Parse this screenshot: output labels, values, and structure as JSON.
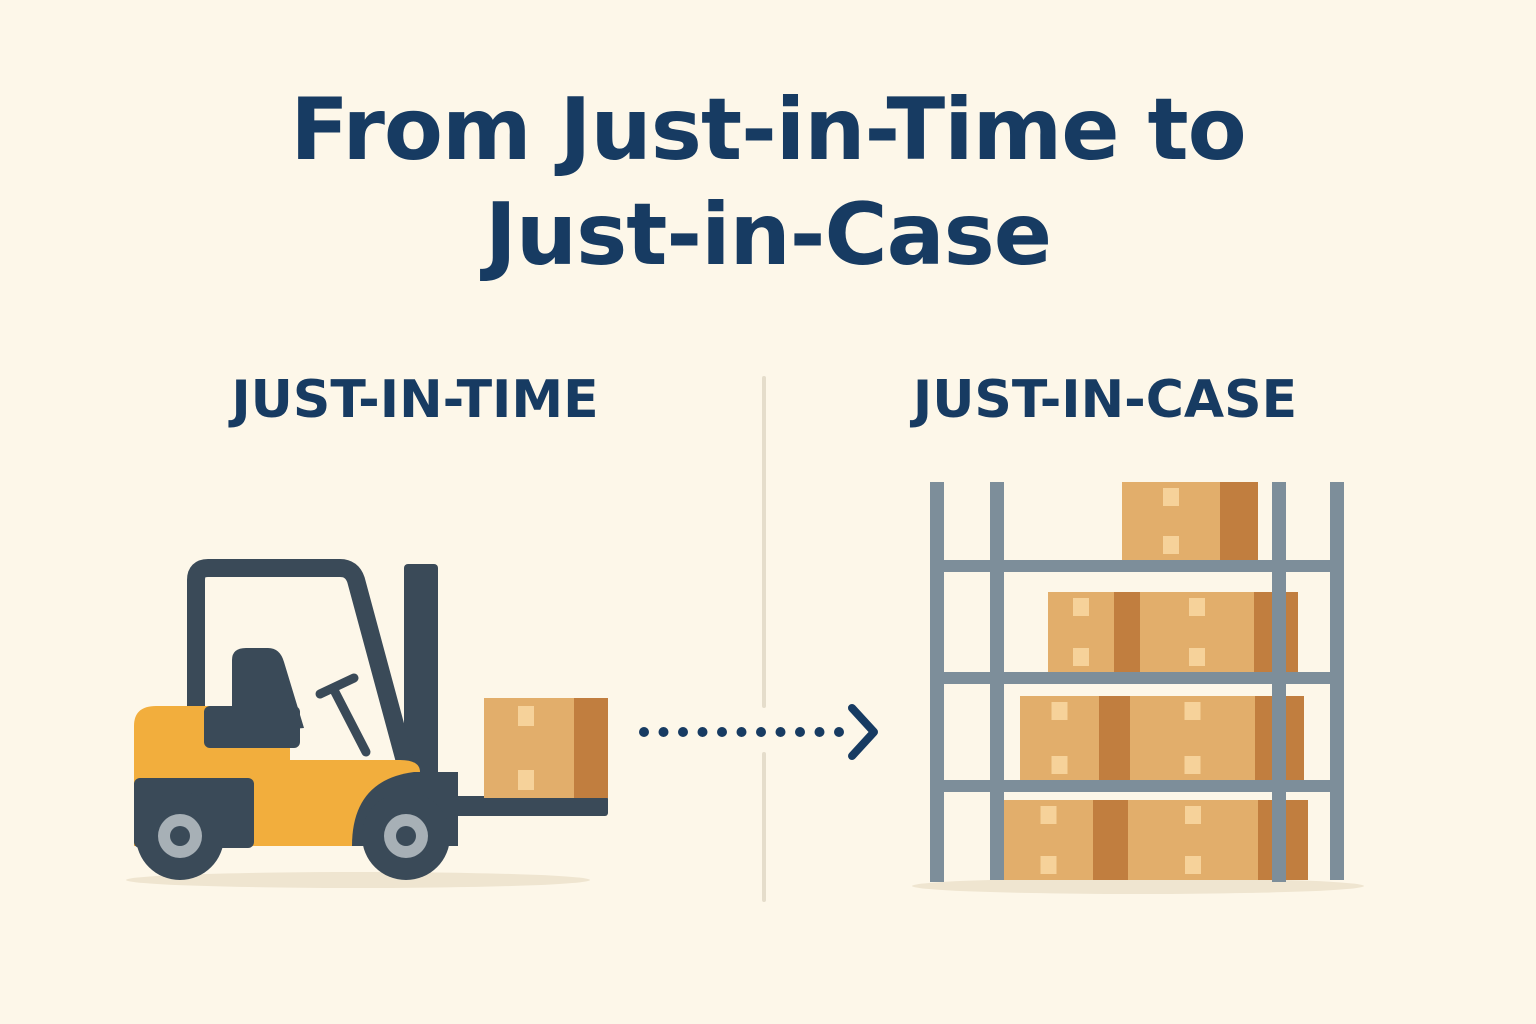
{
  "title": {
    "line1": "From Just-in-Time to",
    "line2": "Just-in-Case"
  },
  "left_panel": {
    "label": "JUST-IN-TIME",
    "illustration": "forklift-carrying-single-box"
  },
  "right_panel": {
    "label": "JUST-IN-CASE",
    "illustration": "warehouse-shelving-stocked-with-boxes"
  },
  "connector": {
    "style": "dotted-arrow",
    "direction": "left-to-right"
  },
  "colors": {
    "background": "#FDF7E9",
    "text": "#173B62",
    "divider": "#E5DDCB",
    "forklift_body": "#F2AE3D",
    "forklift_frame": "#3A4A58",
    "box_light": "#E2AE6B",
    "box_dark": "#C17E3F",
    "box_tape": "#F6D29A",
    "shelf": "#7D8E9A"
  }
}
